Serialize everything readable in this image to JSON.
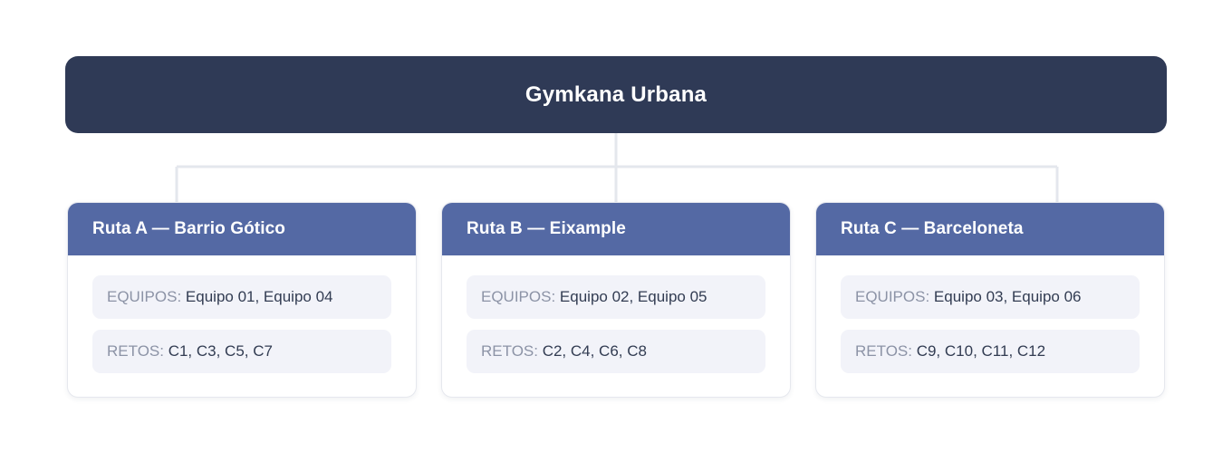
{
  "diagram": {
    "type": "org-chart-tree",
    "root": {
      "title": "Gymkana Urbana",
      "color": "#2f3a56",
      "text_color": "#ffffff"
    },
    "connector": {
      "color": "#e4e7ed",
      "style": "elbow-bus"
    },
    "branch_header_color": "#5469a4",
    "info_row_bg": "#f2f3f9",
    "branches": [
      {
        "title": "Ruta A — Barrio Gótico",
        "rows": [
          {
            "label": "EQUIPOS:",
            "value": "Equipo 01, Equipo 04"
          },
          {
            "label": "RETOS:",
            "value": "C1, C3, C5, C7"
          }
        ]
      },
      {
        "title": "Ruta B — Eixample",
        "rows": [
          {
            "label": "EQUIPOS:",
            "value": "Equipo 02, Equipo 05"
          },
          {
            "label": "RETOS:",
            "value": "C2, C4, C6, C8"
          }
        ]
      },
      {
        "title": "Ruta C — Barceloneta",
        "rows": [
          {
            "label": "EQUIPOS:",
            "value": "Equipo 03, Equipo 06"
          },
          {
            "label": "RETOS:",
            "value": "C9, C10, C11, C12"
          }
        ]
      }
    ]
  }
}
